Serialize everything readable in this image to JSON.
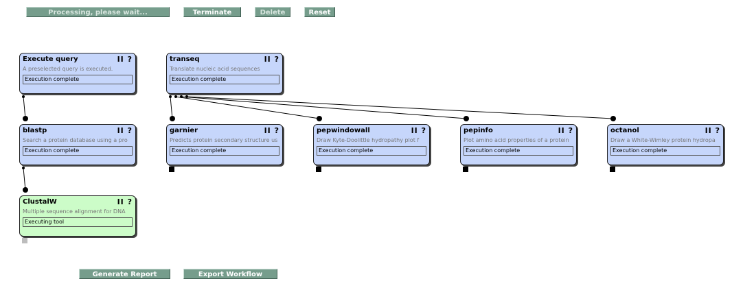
{
  "toolbar": {
    "processing_label": "Processing, please wait...",
    "terminate_label": "Terminate",
    "delete_label": "Delete",
    "reset_label": "Reset"
  },
  "nodes": {
    "execute_query": {
      "title": "Execute query",
      "controls": "II ?",
      "description": "A preselected query is executed.",
      "status": "Execution complete"
    },
    "transeq": {
      "title": "transeq",
      "controls": "II ?",
      "description": "Translate nucleic acid sequences",
      "status": "Execution complete"
    },
    "blastp": {
      "title": "blastp",
      "controls": "II ?",
      "description": "Search a protein database using a pro",
      "status": "Execution complete"
    },
    "garnier": {
      "title": "garnier",
      "controls": "II ?",
      "description": "Predicts protein secondary structure us",
      "status": "Execution complete"
    },
    "pepwindowall": {
      "title": "pepwindowall",
      "controls": "II ?",
      "description": "Draw Kyte-Doolittle hydropathy plot f",
      "status": "Execution complete"
    },
    "pepinfo": {
      "title": "pepinfo",
      "controls": "II ?",
      "description": "Plot amino acid properties of a protein",
      "status": "Execution complete"
    },
    "octanol": {
      "title": "octanol",
      "controls": "II ?",
      "description": "Draw a White-Wimley protein hydropa",
      "status": "Execution complete"
    },
    "clustalw": {
      "title": "ClustalW",
      "controls": "II ?",
      "description": "Multiple sequence alignment for DNA",
      "status": "Executing tool"
    }
  },
  "footer": {
    "generate_report_label": "Generate Report",
    "export_workflow_label": "Export Workflow"
  },
  "colors": {
    "button": "#769d8c",
    "node_complete": "#c6d6fb",
    "node_running": "#ccfcc8"
  }
}
